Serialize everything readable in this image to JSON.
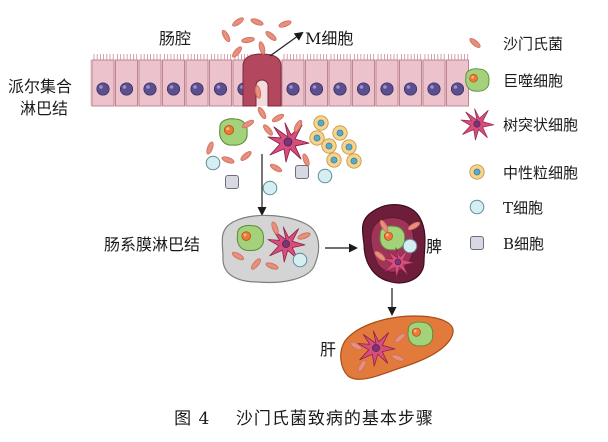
{
  "labels": {
    "lumen": "肠腔",
    "m_cell": "M细胞",
    "peyers_patch_line1": "派尔集合",
    "peyers_patch_line2": "淋巴结",
    "mesenteric_node": "肠系膜淋巴结",
    "spleen": "脾",
    "liver": "肝"
  },
  "legend": [
    {
      "icon": "salmonella-icon",
      "label": "沙门氏菌"
    },
    {
      "icon": "macrophage-icon",
      "label": "巨噬细胞"
    },
    {
      "icon": "dendritic-cell-icon",
      "label": "树突状细胞"
    },
    {
      "icon": "neutrophil-icon",
      "label": "中性粒细胞"
    },
    {
      "icon": "t-cell-icon",
      "label": "T细胞"
    },
    {
      "icon": "b-cell-icon",
      "label": "B细胞"
    }
  ],
  "caption": "图 4    沙门氏菌致病的基本步骤",
  "colors": {
    "epithelium": "#ecc3cc",
    "epithelium_stroke": "#c0848f",
    "nucleus": "#5b4f8e",
    "m_cell": "#b2475e",
    "salmonella": "#e48a77",
    "macrophage": "#a3d27b",
    "dendritic": "#d64f7c",
    "neutrophil": "#f7d38b",
    "t_cell": "#d5eef2",
    "b_cell": "#d7d9e2",
    "node_gray": "#d4d4d4",
    "spleen": "#6e1e3a",
    "liver": "#e27a3b"
  }
}
